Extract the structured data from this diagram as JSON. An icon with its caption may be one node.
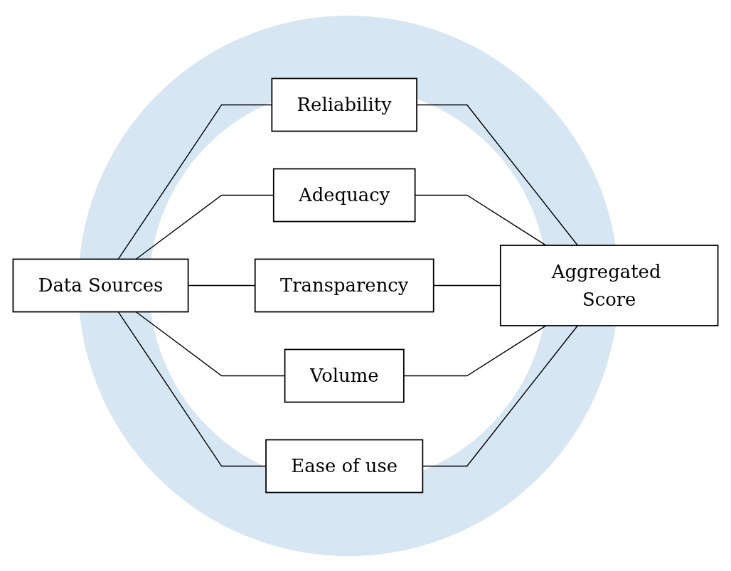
{
  "diagram": {
    "nodes": [
      {
        "text": [
          "Data Sources"
        ]
      },
      {
        "text": [
          "Reliability"
        ]
      },
      {
        "text": [
          "Adequacy"
        ]
      },
      {
        "text": [
          "Transparency"
        ]
      },
      {
        "text": [
          "Volume"
        ]
      },
      {
        "text": [
          "Ease of use"
        ]
      },
      {
        "text": [
          "Aggregated Score"
        ]
      }
    ],
    "edges": [
      {
        "from": 0,
        "to": 1,
        "arrow": "none"
      },
      {
        "from": 0,
        "to": 2,
        "arrow": "none"
      },
      {
        "from": 0,
        "to": 3,
        "arrow": "none"
      },
      {
        "from": 0,
        "to": 4,
        "arrow": "none"
      },
      {
        "from": 0,
        "to": 5,
        "arrow": "none"
      },
      {
        "from": 1,
        "to": 6,
        "arrow": "none"
      },
      {
        "from": 2,
        "to": 6,
        "arrow": "none"
      },
      {
        "from": 3,
        "to": 6,
        "arrow": "none"
      },
      {
        "from": 4,
        "to": 6,
        "arrow": "none"
      },
      {
        "from": 5,
        "to": 6,
        "arrow": "none"
      }
    ]
  }
}
